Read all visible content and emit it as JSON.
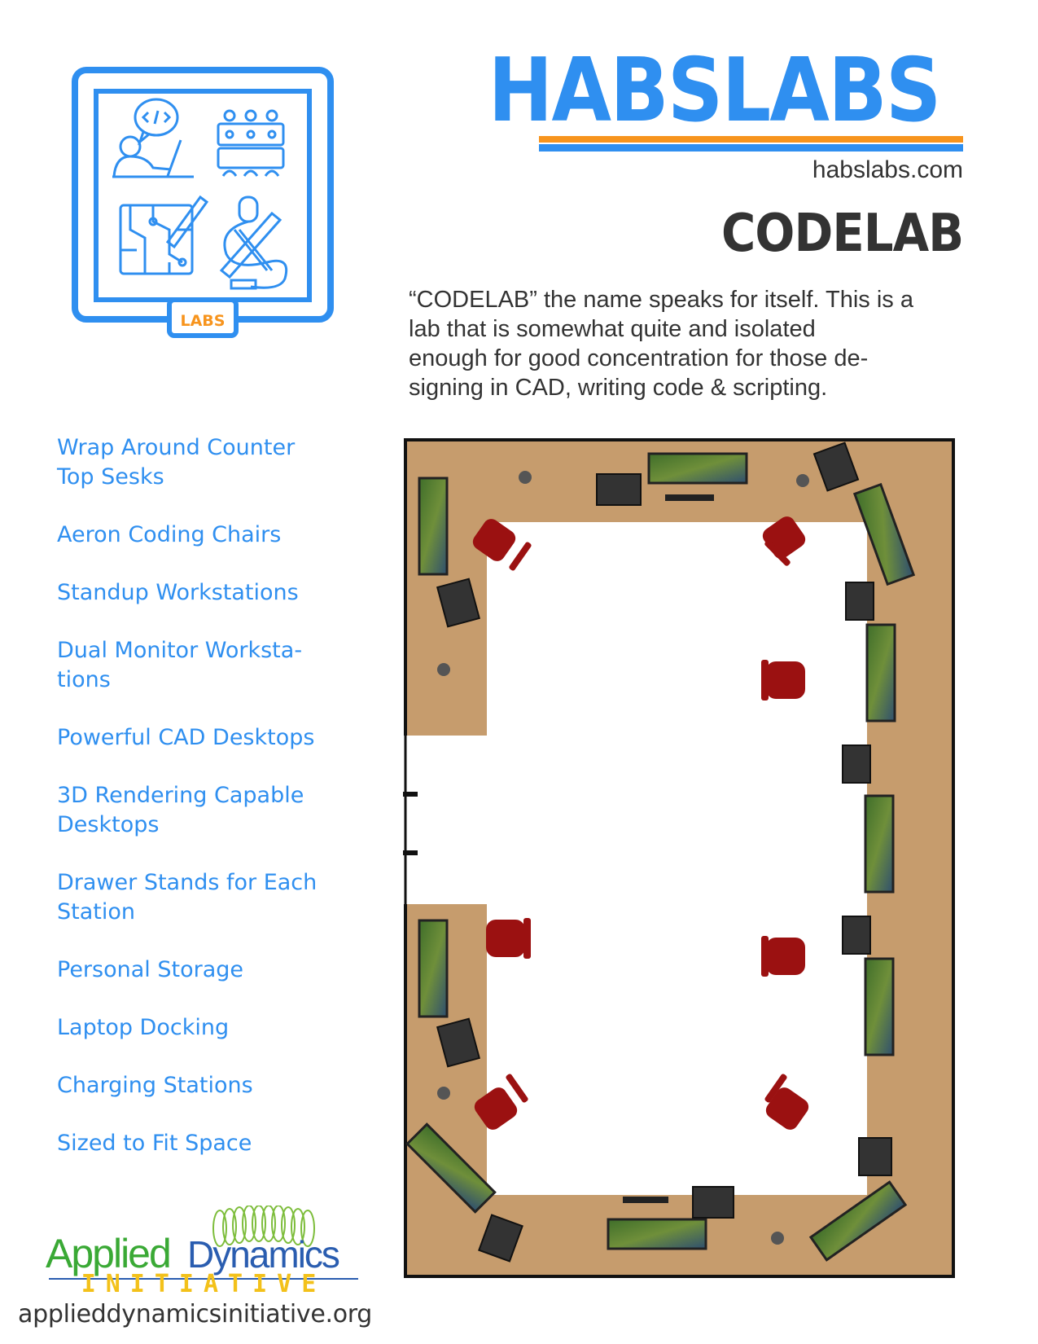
{
  "brand": {
    "name": "HABSLABS",
    "url": "habslabs.com",
    "accent_blue": "#2f8ff0",
    "accent_orange": "#f7941d"
  },
  "logo": {
    "badge_text": "LABS",
    "icons": [
      "code-chat-person-icon",
      "classroom-seats-icon",
      "circuit-board-icon",
      "tools-pencil-icon"
    ]
  },
  "lab": {
    "title": "CODELAB",
    "description_lines": [
      "“CODELAB” the name speaks for itself. This is a",
      "lab that is somewhat quite and isolated",
      "enough for good concentration for those de-",
      "signing in CAD, writing code &  scripting."
    ]
  },
  "features": [
    {
      "lines": [
        "Wrap Around Counter",
        "Top Sesks"
      ]
    },
    {
      "lines": [
        "Aeron Coding Chairs"
      ]
    },
    {
      "lines": [
        "Standup Workstations"
      ]
    },
    {
      "lines": [
        "Dual Monitor Worksta-",
        "tions"
      ]
    },
    {
      "lines": [
        "Powerful CAD Desktops"
      ]
    },
    {
      "lines": [
        "3D Rendering Capable",
        "Desktops"
      ]
    },
    {
      "lines": [
        "Drawer Stands for Each",
        "Station"
      ]
    },
    {
      "lines": [
        "Personal Storage"
      ]
    },
    {
      "lines": [
        "Laptop Docking"
      ]
    },
    {
      "lines": [
        "Charging Stations"
      ]
    },
    {
      "lines": [
        "Sized to Fit Space"
      ]
    }
  ],
  "floor_plan": {
    "counter_color": "#c69c6d",
    "chair_color": "#9b1111"
  },
  "footer": {
    "org_word1": "Applied",
    "org_word2": "Dynamics",
    "org_word3": "INITIATIVE",
    "org_url": "applieddynamicsinitiative.org"
  }
}
